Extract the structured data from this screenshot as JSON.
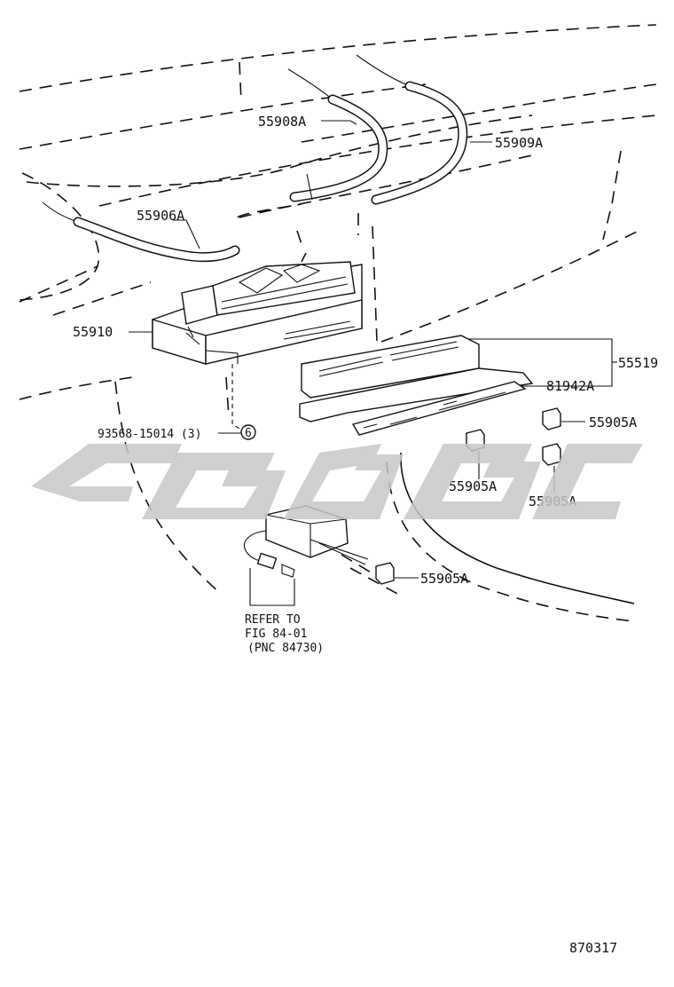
{
  "diagram": {
    "figure_number": "870317",
    "callouts": {
      "p55908a": "55908A",
      "p55909a": "55909A",
      "p55906a": "55906A",
      "p55910": "55910",
      "p55519": "55519",
      "p81942a": "81942A",
      "p93568": "93568-15014 (3)",
      "p55905a_1": "55905A",
      "p55905a_2": "55905A",
      "p55905a_3": "55905A",
      "p55905a_4": "55905A"
    },
    "reference_note": {
      "line1": "REFER TO",
      "line2": "FIG 84-01",
      "line3": "(PNC 84730)"
    },
    "bolt_symbol": "6",
    "colors": {
      "line": "#111111",
      "watermark": "#c7c7c7",
      "background": "#ffffff"
    }
  }
}
